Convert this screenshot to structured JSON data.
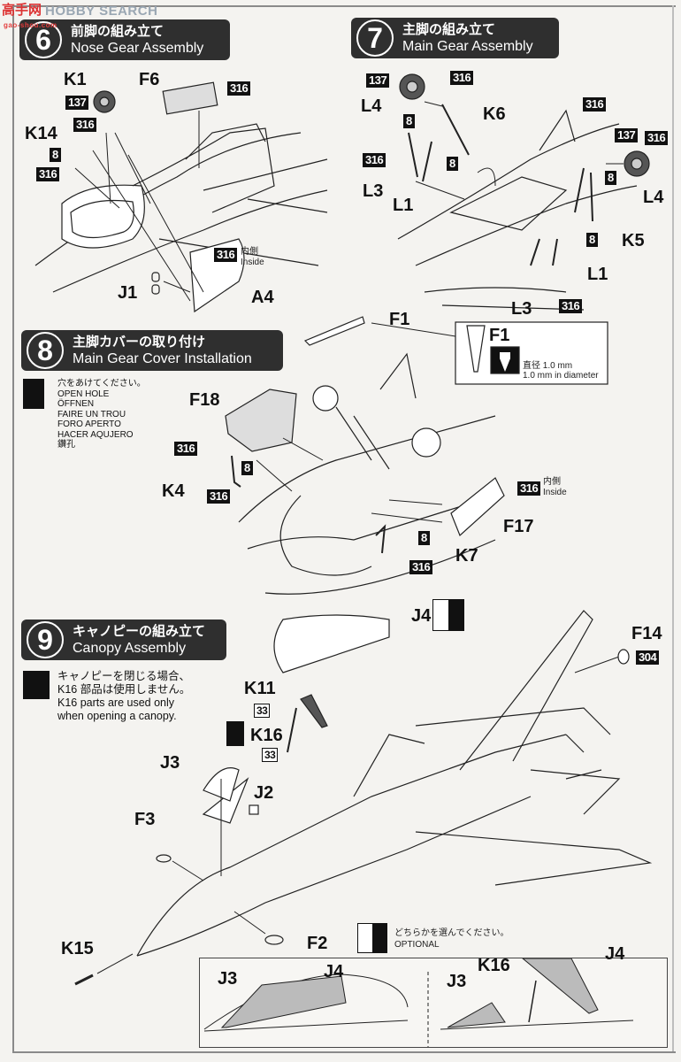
{
  "watermark": {
    "logo": "高手网",
    "site": "gao-shou.com",
    "text": "HOBBY SEARCH"
  },
  "steps": [
    {
      "number": "6",
      "title_jp": "前脚の組み立て",
      "title_en": "Nose Gear Assembly"
    },
    {
      "number": "7",
      "title_jp": "主脚の組み立て",
      "title_en": "Main Gear Assembly"
    },
    {
      "number": "8",
      "title_jp": "主脚カバーの取り付け",
      "title_en": "Main Gear Cover Installation"
    },
    {
      "number": "9",
      "title_jp": "キャノピーの組み立て",
      "title_en": "Canopy Assembly"
    }
  ],
  "step6": {
    "parts": [
      "K1",
      "F6",
      "K14",
      "J1",
      "A4"
    ],
    "paints": [
      "137",
      "316",
      "316",
      "8",
      "316",
      "316"
    ],
    "inside_jp": "内側",
    "inside_en": "Inside"
  },
  "step7": {
    "parts": [
      "L4",
      "K6",
      "L3",
      "L1",
      "L4",
      "K5",
      "L1",
      "L3"
    ],
    "paints": [
      "137",
      "316",
      "8",
      "316",
      "8",
      "316",
      "137",
      "316",
      "8",
      "8",
      "316"
    ]
  },
  "step8": {
    "parts": [
      "F1",
      "F18",
      "K4",
      "F17",
      "K7"
    ],
    "paints": [
      "316",
      "8",
      "316",
      "316",
      "8",
      "316"
    ],
    "inset_part": "F1",
    "drill_jp": "直径 1.0 mm",
    "drill_en": "1.0 mm in diameter",
    "inside_jp": "内側",
    "inside_en": "Inside",
    "open_hole": [
      "穴をあけてください。",
      "OPEN HOLE",
      "ÖFFNEN",
      "FAIRE UN TROU",
      "FORO APERTO",
      "HACER AQUJERO",
      "鑽孔"
    ]
  },
  "step9": {
    "parts": [
      "J4",
      "F14",
      "K11",
      "K16",
      "J3",
      "J2",
      "F3",
      "F2",
      "K15"
    ],
    "paints": [
      "304",
      "33",
      "33"
    ],
    "caution": [
      "キャノピーを閉じる場合、",
      "K16 部品は使用しません。",
      "K16 parts are used only",
      "when opening a canopy."
    ],
    "optional_jp": "どちらかを選んでください。",
    "optional_en": "OPTIONAL",
    "closed_labels": [
      "J3",
      "J4"
    ],
    "open_labels": [
      "K16",
      "J3",
      "J4"
    ]
  }
}
